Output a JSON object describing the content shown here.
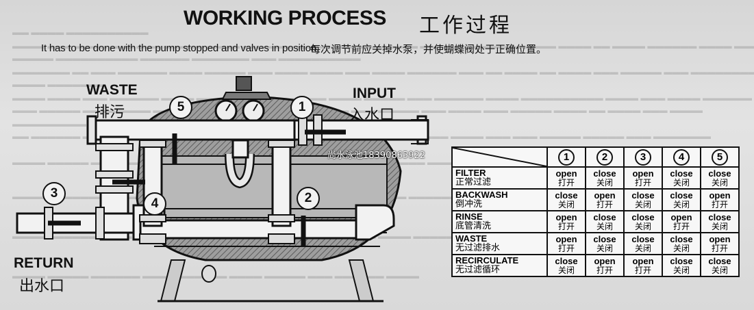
{
  "title": "WORKING PROCESS",
  "title_cn": "工作过程",
  "subtitle": "It has to be done with the pump stopped and valves in position.",
  "subtitle_cn": "每次调节前应关掉水泵，并使蝴蝶阀处于正确位置。",
  "labels": {
    "waste_en": "WASTE",
    "waste_cn": "排污",
    "input_en": "INPUT",
    "input_cn": "入水口",
    "return_en": "RETURN",
    "return_cn": "出水口"
  },
  "valve_markers": [
    "1",
    "2",
    "3",
    "4",
    "5"
  ],
  "watermark": "尚水泳池18390865922",
  "table": {
    "headers": [
      "1",
      "2",
      "3",
      "4",
      "5"
    ],
    "rows": [
      {
        "en": "FILTER",
        "cn": "正常过滤",
        "states": [
          [
            "open",
            "打开"
          ],
          [
            "close",
            "关闭"
          ],
          [
            "open",
            "打开"
          ],
          [
            "close",
            "关闭"
          ],
          [
            "close",
            "关闭"
          ]
        ]
      },
      {
        "en": "BACKWASH",
        "cn": "倒冲洗",
        "states": [
          [
            "close",
            "关闭"
          ],
          [
            "open",
            "打开"
          ],
          [
            "close",
            "关闭"
          ],
          [
            "close",
            "关闭"
          ],
          [
            "open",
            "打开"
          ]
        ]
      },
      {
        "en": "RINSE",
        "cn": "底管清洗",
        "states": [
          [
            "open",
            "打开"
          ],
          [
            "close",
            "关闭"
          ],
          [
            "close",
            "关闭"
          ],
          [
            "open",
            "打开"
          ],
          [
            "close",
            "关闭"
          ]
        ]
      },
      {
        "en": "WASTE",
        "cn": "无过滤排水",
        "states": [
          [
            "open",
            "打开"
          ],
          [
            "close",
            "关闭"
          ],
          [
            "close",
            "关闭"
          ],
          [
            "close",
            "关闭"
          ],
          [
            "open",
            "打开"
          ]
        ]
      },
      {
        "en": "RECIRCULATE",
        "cn": "无过滤循环",
        "states": [
          [
            "close",
            "关闭"
          ],
          [
            "open",
            "打开"
          ],
          [
            "open",
            "打开"
          ],
          [
            "close",
            "关闭"
          ],
          [
            "close",
            "关闭"
          ]
        ]
      }
    ]
  }
}
